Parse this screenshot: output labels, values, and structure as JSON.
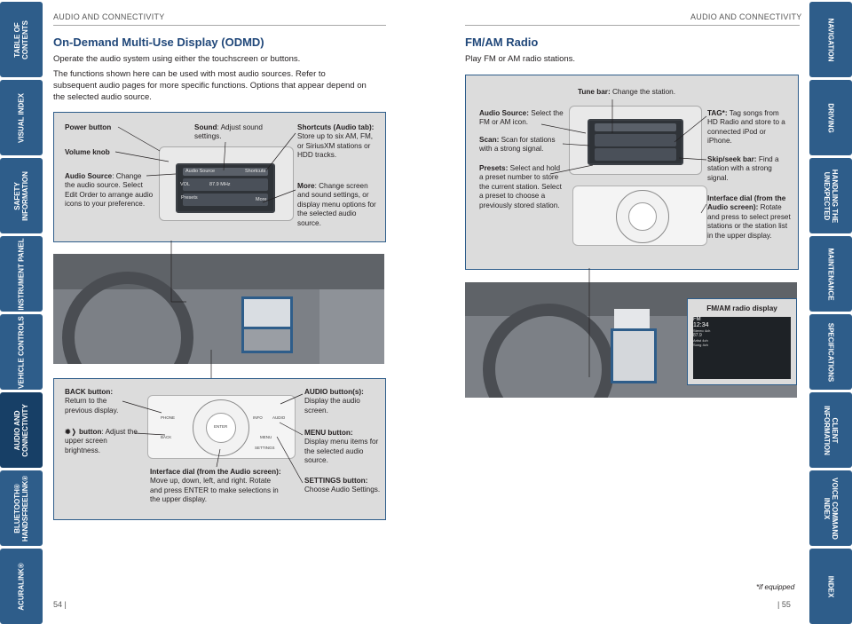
{
  "left_tabs": [
    {
      "label": "TABLE OF CONTENTS"
    },
    {
      "label": "VISUAL INDEX"
    },
    {
      "label": "SAFETY INFORMATION"
    },
    {
      "label": "INSTRUMENT PANEL"
    },
    {
      "label": "VEHICLE CONTROLS"
    },
    {
      "label": "AUDIO AND CONNECTIVITY"
    },
    {
      "label": "BLUETOOTH® HANDSFREELINK®"
    },
    {
      "label": "ACURALINK®"
    }
  ],
  "right_tabs": [
    {
      "label": "NAVIGATION"
    },
    {
      "label": "DRIVING"
    },
    {
      "label": "HANDLING THE UNEXPECTED"
    },
    {
      "label": "MAINTENANCE"
    },
    {
      "label": "SPECIFICATIONS"
    },
    {
      "label": "CLIENT INFORMATION"
    },
    {
      "label": "VOICE COMMAND INDEX"
    },
    {
      "label": "INDEX"
    }
  ],
  "left_page": {
    "header": "AUDIO AND CONNECTIVITY",
    "title": "On-Demand Multi-Use Display (ODMD)",
    "para1": "Operate the audio system using either the touchscreen or buttons.",
    "para2_line1": "The functions shown here can be used with most audio sources. Refer to",
    "para2_line2": "subsequent audio pages for more specific functions. Options that appear depend on",
    "para2_line3": "the selected audio source.",
    "page_number": "54  |",
    "callouts_top": {
      "power_button": "Power button",
      "volume_knob": "Volume knob",
      "audio_source_title": "Audio Source",
      "audio_source_text": ": Change the audio source. Select Edit Order to arrange audio icons to your preference.",
      "sound_title": "Sound",
      "sound_text": ": Adjust sound settings.",
      "shortcuts_title": "Shortcuts (Audio tab):",
      "shortcuts_text": "Store up to six AM, FM, or SiriusXM stations or HDD tracks.",
      "more_title": "More",
      "more_text": ": Change screen and sound settings, or display menu options for the selected audio source."
    },
    "screen_top": {
      "audio_source": "Audio Source",
      "shortcuts": "Shortcuts",
      "presets": "Presets",
      "more": "More",
      "freq": "87.9 MHz",
      "vol": "VOL"
    },
    "callouts_bottom": {
      "back_title": "BACK button:",
      "back_text": "Return to the previous display.",
      "bright_title": "button",
      "bright_text": ": Adjust the upper screen brightness.",
      "dial_title": "Interface dial (from the Audio screen):",
      "dial_text": "Move up, down, left, and right. Rotate and press ENTER to make selections in the upper display.",
      "audio_title": "AUDIO button(s):",
      "audio_text": "Display the audio screen.",
      "menu_title": "MENU button:",
      "menu_text": "Display menu items for the selected audio source.",
      "settings_title": "SETTINGS button:",
      "settings_text": "Choose Audio Settings."
    },
    "dial_labels": {
      "phone": "PHONE",
      "info": "INFO",
      "audio": "AUDIO",
      "back": "BACK",
      "menu": "MENU",
      "enter": "ENTER",
      "settings": "SETTINGS"
    }
  },
  "right_page": {
    "header": "AUDIO AND CONNECTIVITY",
    "title": "FM/AM Radio",
    "intro": "Play FM or AM radio stations.",
    "page_number": "|  55",
    "footnote": "*if equipped",
    "callouts": {
      "tune_title": "Tune bar:",
      "tune_text": "Change the station.",
      "source_title": "Audio Source:",
      "source_text": "Select the FM or AM icon.",
      "scan_title": "Scan:",
      "scan_text": "Scan for stations with a strong signal.",
      "presets_title": "Presets:",
      "presets_text": "Select and hold a preset number to store the current station. Select a preset to choose a previously stored station.",
      "tag_title": "TAG*:",
      "tag_text": "Tag songs from HD Radio and store to a connected iPod or iPhone.",
      "skip_title": "Skip/seek bar:",
      "skip_text": "Find a station with a strong signal.",
      "dial_title": "Interface dial (from the Audio screen):",
      "dial_text": "Rotate and press to select preset stations or the station list in the upper display."
    },
    "display_title": "FM/AM radio display",
    "display": {
      "band": "FM",
      "time": "12:34",
      "row1": "Stereo 4ch",
      "row2": "87.9",
      "row3": "Artist 4ch",
      "row4": "Song 4ch"
    }
  },
  "colors": {
    "tab": "#2e5d8a",
    "title": "#21487a",
    "panel": "#dcdcdc"
  }
}
